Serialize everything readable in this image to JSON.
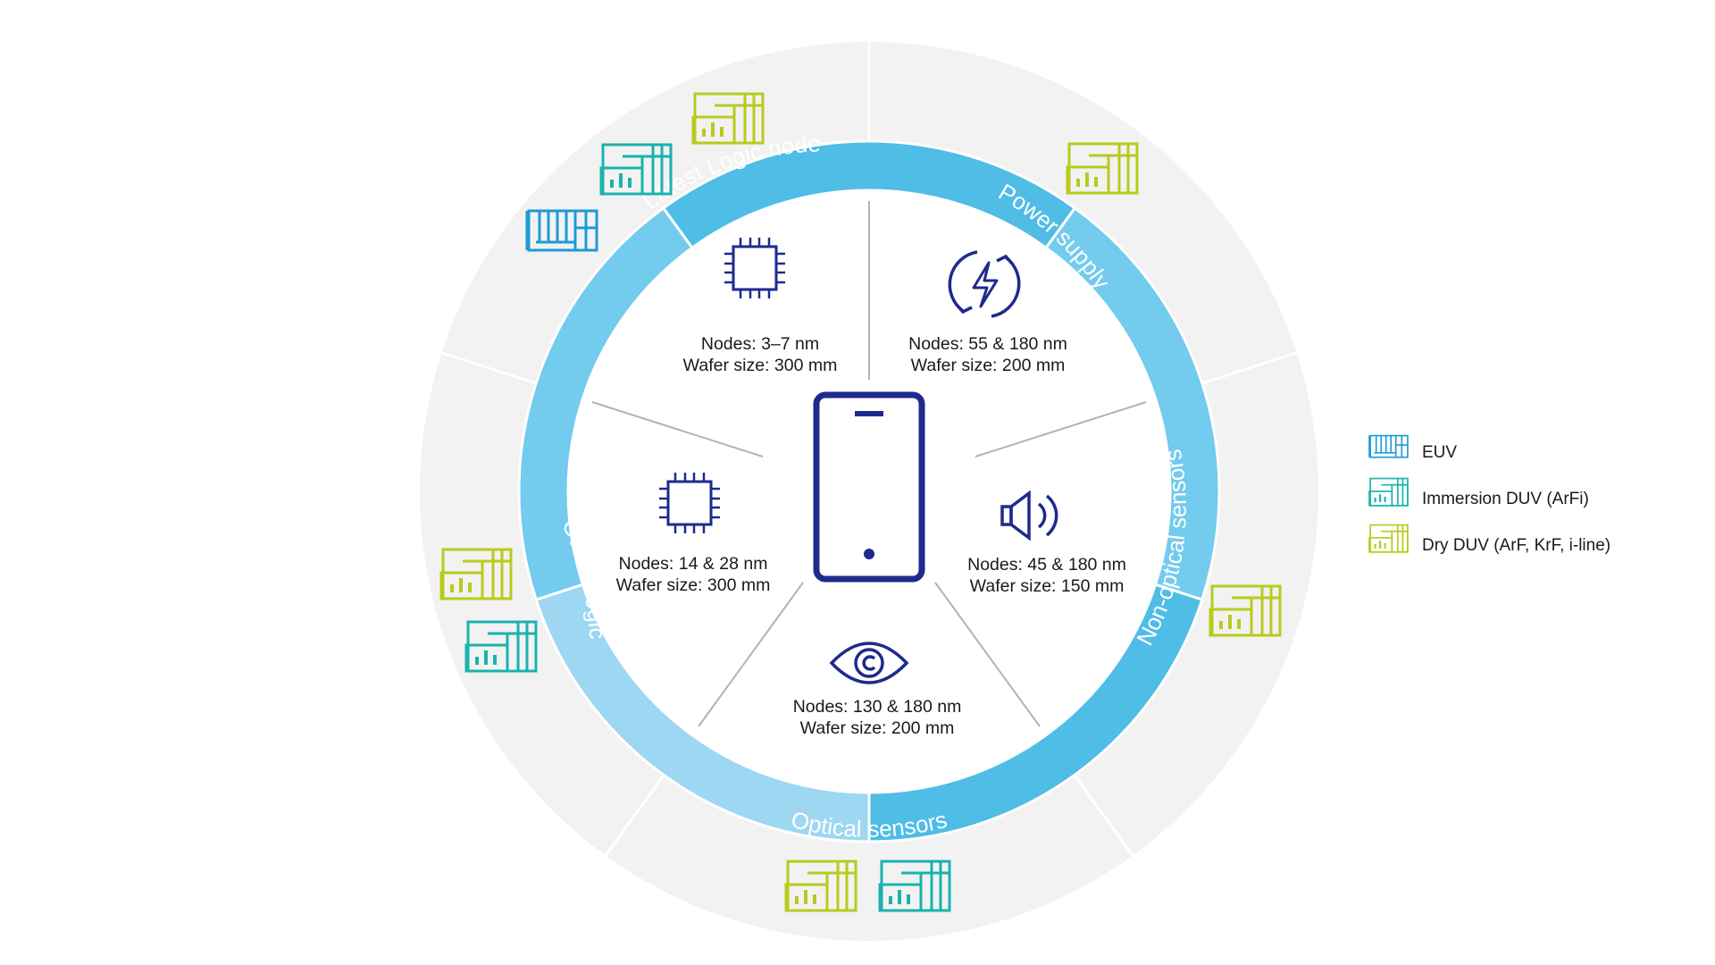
{
  "diagram": {
    "center_icon": "smartphone-icon",
    "segments": [
      {
        "id": "latest-logic",
        "label": "Latest Logic node",
        "icon": "chip-icon",
        "nodes": "Nodes: 3–7 nm",
        "wafer": "Wafer size: 300 mm",
        "ring_color": "#4fbde6",
        "machines": [
          "euv",
          "arfi",
          "dry"
        ]
      },
      {
        "id": "power-supply",
        "label": "Power supply",
        "icon": "power-cycle-icon",
        "nodes": "Nodes: 55 & 180 nm",
        "wafer": "Wafer size: 200 mm",
        "ring_color": "#73cbee",
        "machines": [
          "dry"
        ]
      },
      {
        "id": "non-optical-sensors",
        "label": "Non-optical sensors",
        "icon": "speaker-icon",
        "nodes": "Nodes: 45 & 180 nm",
        "wafer": "Wafer size: 150 mm",
        "ring_color": "#4fbde6",
        "machines": [
          "dry"
        ]
      },
      {
        "id": "optical-sensors",
        "label": "Optical sensors",
        "icon": "eye-icon",
        "nodes": "Nodes: 130 & 180 nm",
        "wafer": "Wafer size: 200 mm",
        "ring_color": "#9dd7f2",
        "machines": [
          "dry",
          "arfi"
        ]
      },
      {
        "id": "other-logic",
        "label": "Other Logic",
        "icon": "chip-icon",
        "nodes": "Nodes: 14 & 28 nm",
        "wafer": "Wafer size: 300 mm",
        "ring_color": "#73cbee",
        "machines": [
          "dry",
          "arfi"
        ]
      }
    ]
  },
  "legend": [
    {
      "key": "euv",
      "label": "EUV",
      "color": "#1e9ad6"
    },
    {
      "key": "arfi",
      "label": "Immersion DUV (ArFi)",
      "color": "#19b3ad"
    },
    {
      "key": "dry",
      "label": "Dry DUV (ArF, KrF, i-line)",
      "color": "#b8cb1c"
    }
  ],
  "colors": {
    "outer_ring": "#f2f2f2",
    "divider": "#ffffff",
    "inner_spoke": "#b3b3b3",
    "icon_navy": "#1e2a8c"
  }
}
